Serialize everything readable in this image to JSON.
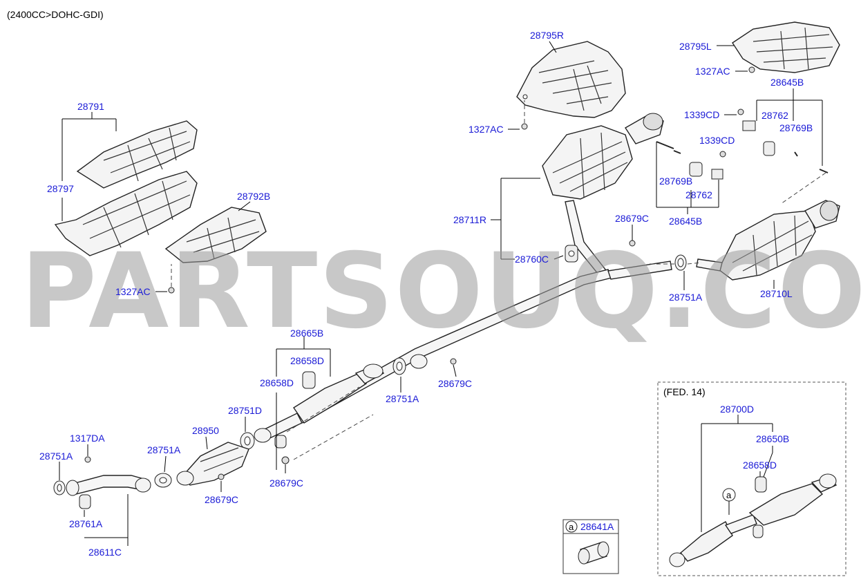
{
  "header": {
    "engine": "(2400CC>DOHC-GDI)"
  },
  "watermark": "PARTSOUQ.COM",
  "labels": {
    "p28795R": "28795R",
    "p28795L": "28795L",
    "p1327AC_a": "1327AC",
    "p1327AC_b": "1327AC",
    "p1327AC_c": "1327AC",
    "p28645B_a": "28645B",
    "p28645B_b": "28645B",
    "p1339CD_a": "1339CD",
    "p1339CD_b": "1339CD",
    "p28762_a": "28762",
    "p28762_b": "28762",
    "p28769B_a": "28769B",
    "p28769B_b": "28769B",
    "p28791": "28791",
    "p28797": "28797",
    "p28792B": "28792B",
    "p28711R": "28711R",
    "p28679C_a": "28679C",
    "p28679C_b": "28679C",
    "p28679C_c": "28679C",
    "p28679C_d": "28679C",
    "p28760C": "28760C",
    "p28751A_a": "28751A",
    "p28751A_b": "28751A",
    "p28751A_c": "28751A",
    "p28751A_d": "28751A",
    "p28710L": "28710L",
    "p28665B": "28665B",
    "p28658D_a": "28658D",
    "p28658D_b": "28658D",
    "p28658D_c": "28658D",
    "p28751D": "28751D",
    "p28950": "28950",
    "p1317DA": "1317DA",
    "p28761A": "28761A",
    "p28611C": "28611C",
    "p28700D": "28700D",
    "p28650B": "28650B",
    "p28641A": "28641A"
  },
  "fed_box": {
    "title": "(FED. 14)"
  },
  "callout": {
    "letter": "a"
  }
}
